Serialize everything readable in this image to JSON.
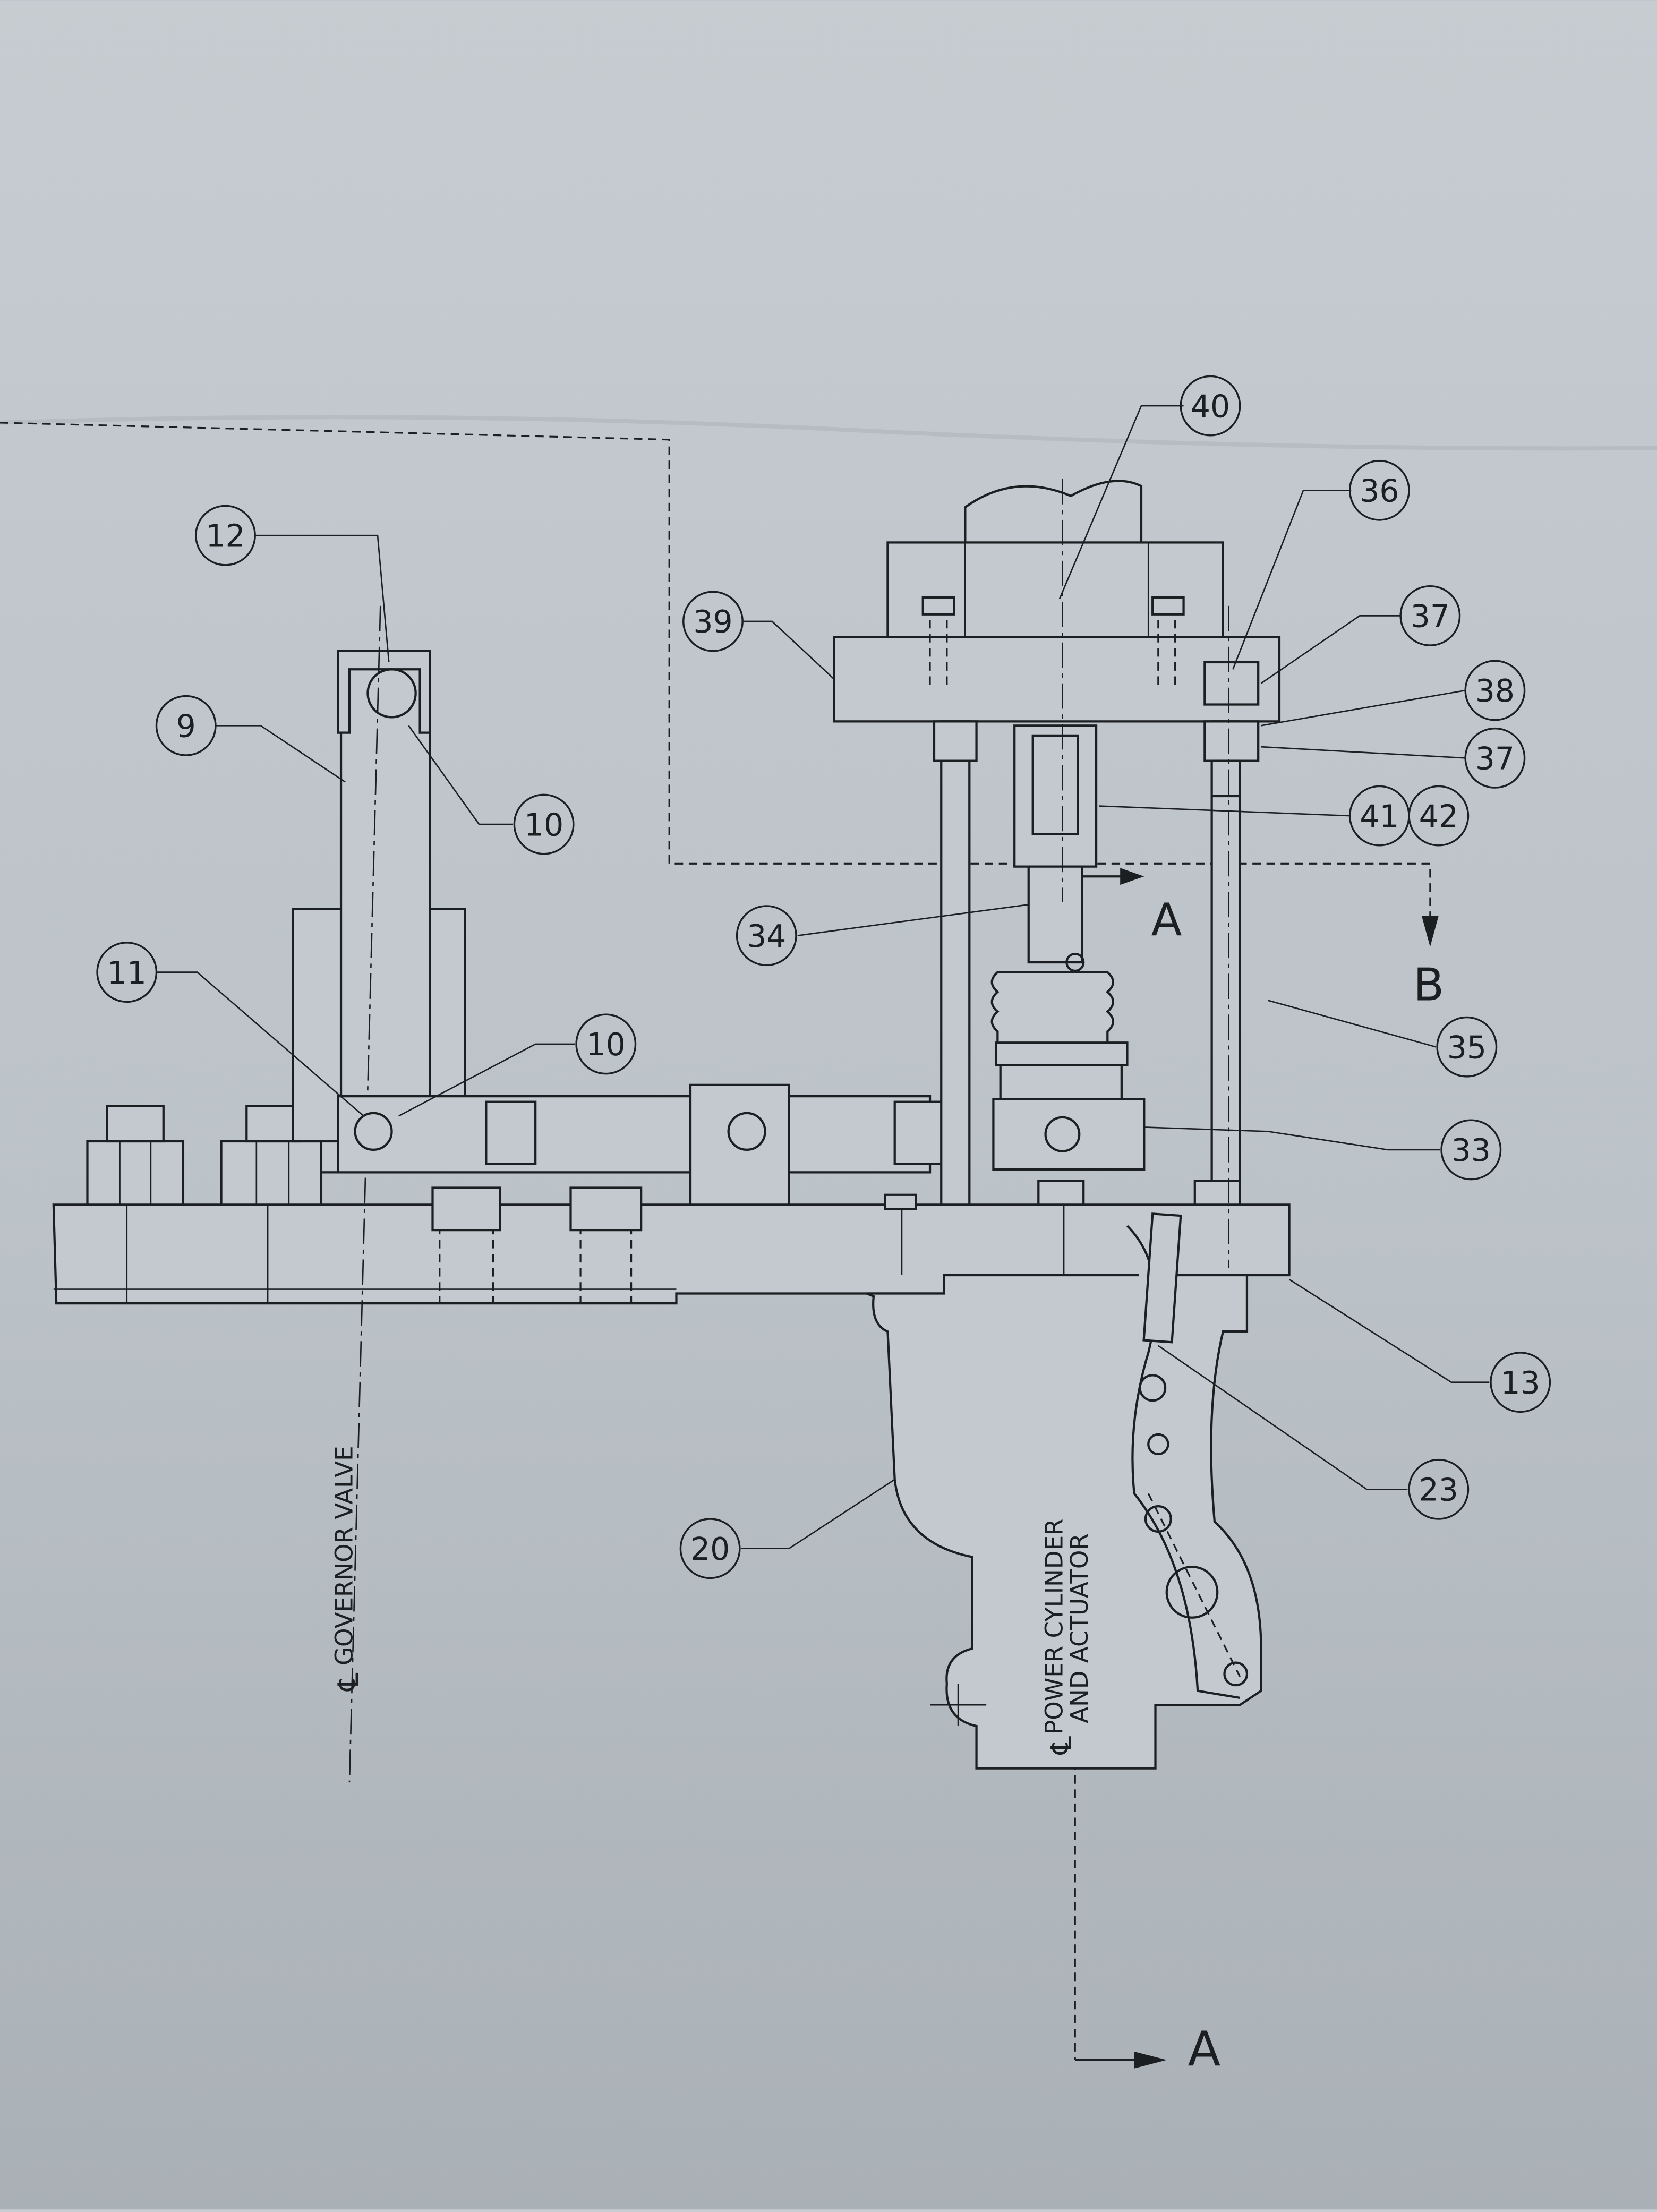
{
  "drawing": {
    "callouts": [
      "40",
      "36",
      "39",
      "37",
      "38",
      "37",
      "12",
      "9",
      "10",
      "41",
      "42",
      "34",
      "35",
      "11",
      "10",
      "33",
      "13",
      "23",
      "20"
    ],
    "section_labels": {
      "a_top": "A",
      "b": "B",
      "a_bottom": "A"
    },
    "centerline_labels": {
      "governor": "GOVERNOR VALVE",
      "power_line1": "POWER CYLINDER",
      "power_line2": "AND ACTUATOR",
      "cl_symbol": "℄"
    }
  }
}
